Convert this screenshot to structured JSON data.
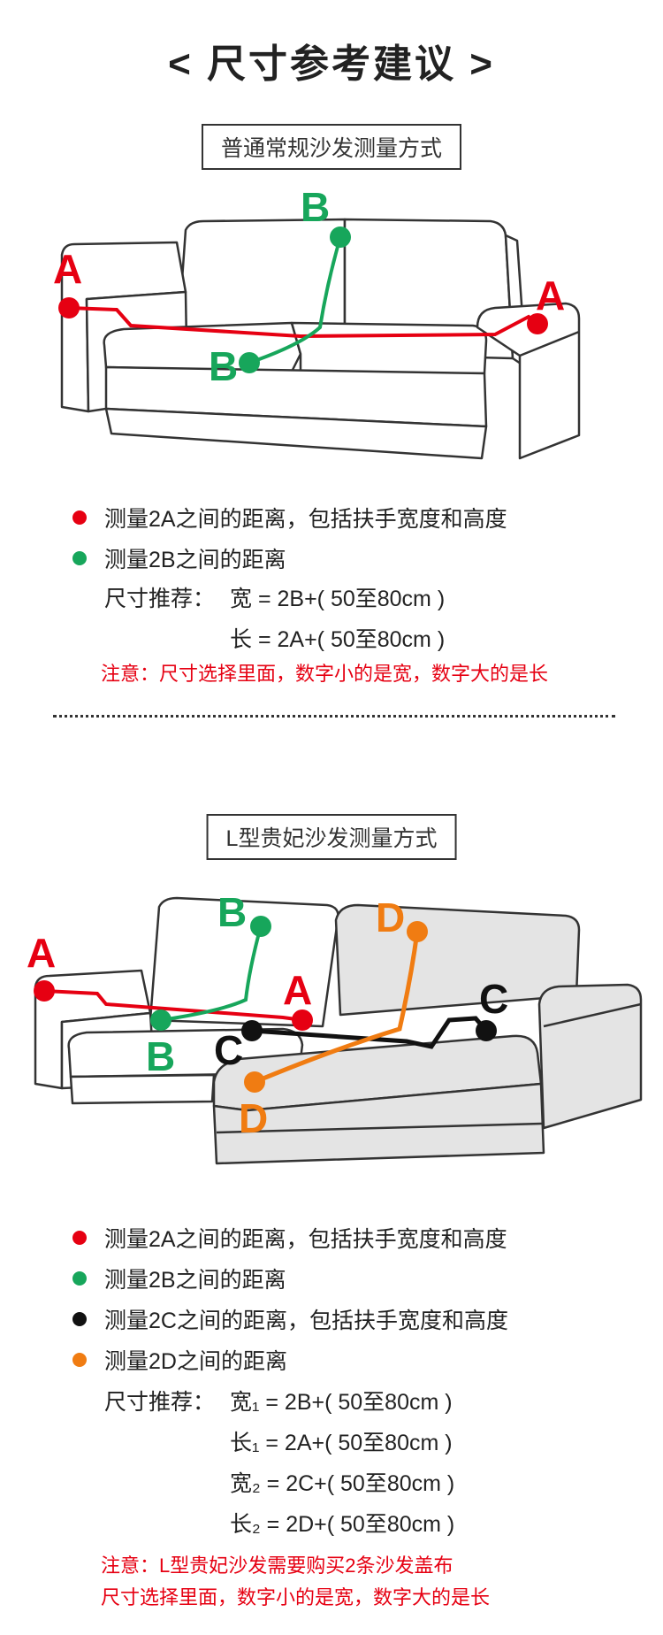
{
  "title": "< 尺寸参考建议 >",
  "colors": {
    "red": "#e60012",
    "green": "#17a65b",
    "black": "#111111",
    "orange": "#f07c12"
  },
  "section1": {
    "heading": "普通常规沙发测量方式",
    "labels": {
      "A": "A",
      "B": "B"
    },
    "legend": [
      {
        "color": "red",
        "text": "测量2A之间的距离，包括扶手宽度和高度"
      },
      {
        "color": "green",
        "text": "测量2B之间的距离"
      }
    ],
    "formula": {
      "label": "尺寸推荐：",
      "lines": [
        "宽 = 2B+( 50至80cm )",
        "长 = 2A+( 50至80cm )"
      ]
    },
    "note": "注意：尺寸选择里面，数字小的是宽，数字大的是长"
  },
  "section2": {
    "heading": "L型贵妃沙发测量方式",
    "labels": {
      "A": "A",
      "B": "B",
      "C": "C",
      "D": "D"
    },
    "legend": [
      {
        "color": "red",
        "text": "测量2A之间的距离，包括扶手宽度和高度"
      },
      {
        "color": "green",
        "text": "测量2B之间的距离"
      },
      {
        "color": "black",
        "text": "测量2C之间的距离，包括扶手宽度和高度"
      },
      {
        "color": "orange",
        "text": "测量2D之间的距离"
      }
    ],
    "formula": {
      "label": "尺寸推荐：",
      "lines": [
        "宽₁ = 2B+( 50至80cm )",
        "长₁ = 2A+( 50至80cm )",
        "宽₂ = 2C+( 50至80cm )",
        "长₂ = 2D+( 50至80cm )"
      ]
    },
    "note_lines": [
      "注意：L型贵妃沙发需要购买2条沙发盖布",
      "尺寸选择里面，数字小的是宽，数字大的是长"
    ]
  }
}
